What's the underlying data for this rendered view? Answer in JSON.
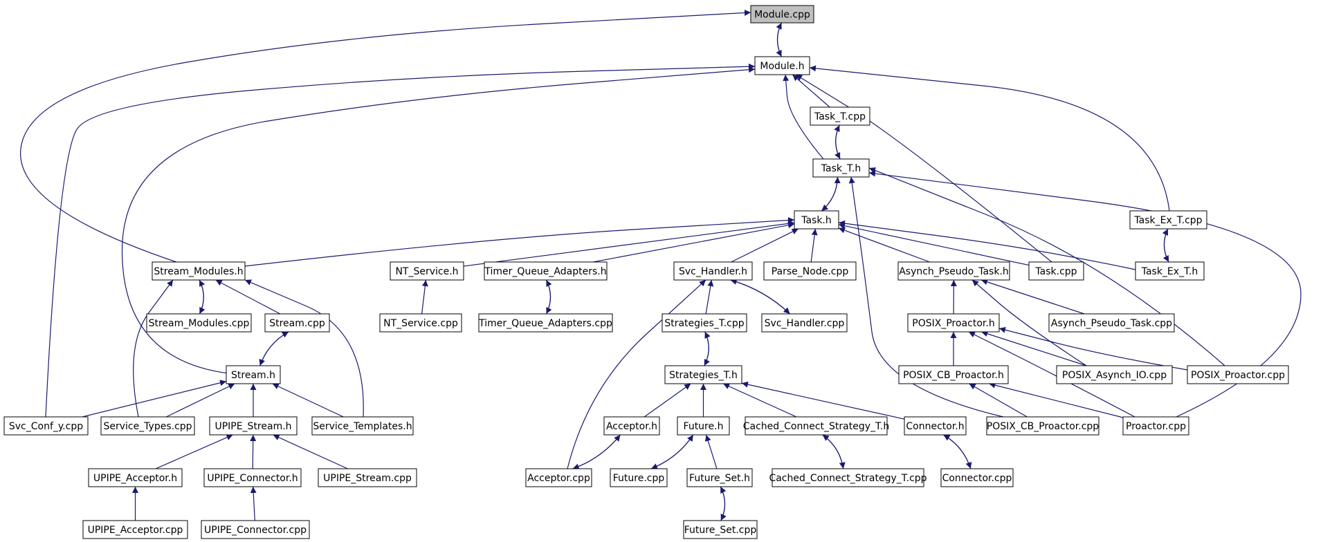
{
  "colors": {
    "edge": "#191970",
    "root_fill": "#bfbfbf",
    "node_fill": "#ffffff",
    "node_border": "#000000"
  },
  "nodes": {
    "module_cpp": "Module.cpp",
    "module_h": "Module.h",
    "task_t_cpp": "Task_T.cpp",
    "task_t_h": "Task_T.h",
    "task_h": "Task.h",
    "task_ex_t_cpp": "Task_Ex_T.cpp",
    "task_ex_t_h": "Task_Ex_T.h",
    "stream_modules_h": "Stream_Modules.h",
    "nt_service_h": "NT_Service.h",
    "timer_queue_adapters_h": "Timer_Queue_Adapters.h",
    "svc_handler_h": "Svc_Handler.h",
    "parse_node_cpp": "Parse_Node.cpp",
    "asynch_pseudo_task_h": "Asynch_Pseudo_Task.h",
    "task_cpp": "Task.cpp",
    "stream_modules_cpp": "Stream_Modules.cpp",
    "stream_cpp": "Stream.cpp",
    "nt_service_cpp": "NT_Service.cpp",
    "timer_queue_adapters_cpp": "Timer_Queue_Adapters.cpp",
    "strategies_t_cpp": "Strategies_T.cpp",
    "svc_handler_cpp": "Svc_Handler.cpp",
    "posix_proactor_h": "POSIX_Proactor.h",
    "asynch_pseudo_task_cpp": "Asynch_Pseudo_Task.cpp",
    "stream_h": "Stream.h",
    "strategies_t_h": "Strategies_T.h",
    "posix_cb_proactor_h": "POSIX_CB_Proactor.h",
    "posix_asynch_io_cpp": "POSIX_Asynch_IO.cpp",
    "posix_proactor_cpp": "POSIX_Proactor.cpp",
    "svc_conf_y_cpp": "Svc_Conf_y.cpp",
    "service_types_cpp": "Service_Types.cpp",
    "upipe_stream_h": "UPIPE_Stream.h",
    "service_templates_h": "Service_Templates.h",
    "acceptor_h": "Acceptor.h",
    "future_h": "Future.h",
    "cached_connect_strategy_t_h": "Cached_Connect_Strategy_T.h",
    "connector_h": "Connector.h",
    "posix_cb_proactor_cpp": "POSIX_CB_Proactor.cpp",
    "proactor_cpp": "Proactor.cpp",
    "upipe_acceptor_h": "UPIPE_Acceptor.h",
    "upipe_connector_h": "UPIPE_Connector.h",
    "upipe_stream_cpp": "UPIPE_Stream.cpp",
    "acceptor_cpp": "Acceptor.cpp",
    "future_cpp": "Future.cpp",
    "future_set_h": "Future_Set.h",
    "cached_connect_strategy_t_cpp": "Cached_Connect_Strategy_T.cpp",
    "connector_cpp": "Connector.cpp",
    "upipe_acceptor_cpp": "UPIPE_Acceptor.cpp",
    "upipe_connector_cpp": "UPIPE_Connector.cpp",
    "future_set_cpp": "Future_Set.cpp"
  },
  "edges": [
    [
      "module_cpp",
      "module_h"
    ],
    [
      "module_h",
      "module_cpp"
    ],
    [
      "stream_modules_h",
      "module_cpp"
    ],
    [
      "task_t_cpp",
      "module_h"
    ],
    [
      "task_t_h",
      "module_h"
    ],
    [
      "task_cpp",
      "module_h"
    ],
    [
      "task_ex_t_h",
      "module_h"
    ],
    [
      "svc_conf_y_cpp",
      "module_h"
    ],
    [
      "stream_h",
      "module_h"
    ],
    [
      "task_t_cpp",
      "task_t_h"
    ],
    [
      "task_t_h",
      "task_t_cpp"
    ],
    [
      "task_h",
      "task_t_h"
    ],
    [
      "task_t_h",
      "task_h"
    ],
    [
      "posix_proactor_cpp",
      "task_t_h"
    ],
    [
      "proactor_cpp",
      "task_t_h"
    ],
    [
      "posix_cb_proactor_cpp",
      "task_t_h"
    ],
    [
      "stream_modules_h",
      "task_h"
    ],
    [
      "nt_service_h",
      "task_h"
    ],
    [
      "timer_queue_adapters_h",
      "task_h"
    ],
    [
      "svc_handler_h",
      "task_h"
    ],
    [
      "parse_node_cpp",
      "task_h"
    ],
    [
      "asynch_pseudo_task_h",
      "task_h"
    ],
    [
      "task_cpp",
      "task_h"
    ],
    [
      "task_ex_t_h",
      "task_h"
    ],
    [
      "task_ex_t_cpp",
      "task_ex_t_h"
    ],
    [
      "task_ex_t_h",
      "task_ex_t_cpp"
    ],
    [
      "stream_modules_cpp",
      "stream_modules_h"
    ],
    [
      "stream_modules_h",
      "stream_modules_cpp"
    ],
    [
      "stream_cpp",
      "stream_modules_h"
    ],
    [
      "service_types_cpp",
      "stream_modules_h"
    ],
    [
      "service_templates_h",
      "stream_modules_h"
    ],
    [
      "nt_service_cpp",
      "nt_service_h"
    ],
    [
      "timer_queue_adapters_cpp",
      "timer_queue_adapters_h"
    ],
    [
      "timer_queue_adapters_h",
      "timer_queue_adapters_cpp"
    ],
    [
      "strategies_t_cpp",
      "svc_handler_h"
    ],
    [
      "svc_handler_cpp",
      "svc_handler_h"
    ],
    [
      "svc_handler_h",
      "svc_handler_cpp"
    ],
    [
      "acceptor_cpp",
      "svc_handler_h"
    ],
    [
      "posix_proactor_h",
      "asynch_pseudo_task_h"
    ],
    [
      "asynch_pseudo_task_cpp",
      "asynch_pseudo_task_h"
    ],
    [
      "posix_asynch_io_cpp",
      "asynch_pseudo_task_h"
    ],
    [
      "stream_cpp",
      "stream_h"
    ],
    [
      "stream_h",
      "stream_cpp"
    ],
    [
      "strategies_t_h",
      "strategies_t_cpp"
    ],
    [
      "strategies_t_cpp",
      "strategies_t_h"
    ],
    [
      "posix_cb_proactor_h",
      "posix_proactor_h"
    ],
    [
      "posix_asynch_io_cpp",
      "posix_proactor_h"
    ],
    [
      "posix_proactor_cpp",
      "posix_proactor_h"
    ],
    [
      "proactor_cpp",
      "posix_proactor_h"
    ],
    [
      "svc_conf_y_cpp",
      "stream_h"
    ],
    [
      "service_types_cpp",
      "stream_h"
    ],
    [
      "upipe_stream_h",
      "stream_h"
    ],
    [
      "service_templates_h",
      "stream_h"
    ],
    [
      "acceptor_h",
      "strategies_t_h"
    ],
    [
      "future_h",
      "strategies_t_h"
    ],
    [
      "cached_connect_strategy_t_h",
      "strategies_t_h"
    ],
    [
      "connector_h",
      "strategies_t_h"
    ],
    [
      "posix_cb_proactor_cpp",
      "posix_cb_proactor_h"
    ],
    [
      "proactor_cpp",
      "posix_cb_proactor_h"
    ],
    [
      "upipe_acceptor_h",
      "upipe_stream_h"
    ],
    [
      "upipe_connector_h",
      "upipe_stream_h"
    ],
    [
      "upipe_stream_cpp",
      "upipe_stream_h"
    ],
    [
      "acceptor_cpp",
      "acceptor_h"
    ],
    [
      "acceptor_h",
      "acceptor_cpp"
    ],
    [
      "future_cpp",
      "future_h"
    ],
    [
      "future_h",
      "future_cpp"
    ],
    [
      "future_set_h",
      "future_h"
    ],
    [
      "cached_connect_strategy_t_cpp",
      "cached_connect_strategy_t_h"
    ],
    [
      "cached_connect_strategy_t_h",
      "cached_connect_strategy_t_cpp"
    ],
    [
      "connector_cpp",
      "connector_h"
    ],
    [
      "connector_h",
      "connector_cpp"
    ],
    [
      "upipe_acceptor_cpp",
      "upipe_acceptor_h"
    ],
    [
      "upipe_connector_cpp",
      "upipe_connector_h"
    ],
    [
      "future_set_cpp",
      "future_set_h"
    ],
    [
      "future_set_h",
      "future_set_cpp"
    ]
  ]
}
